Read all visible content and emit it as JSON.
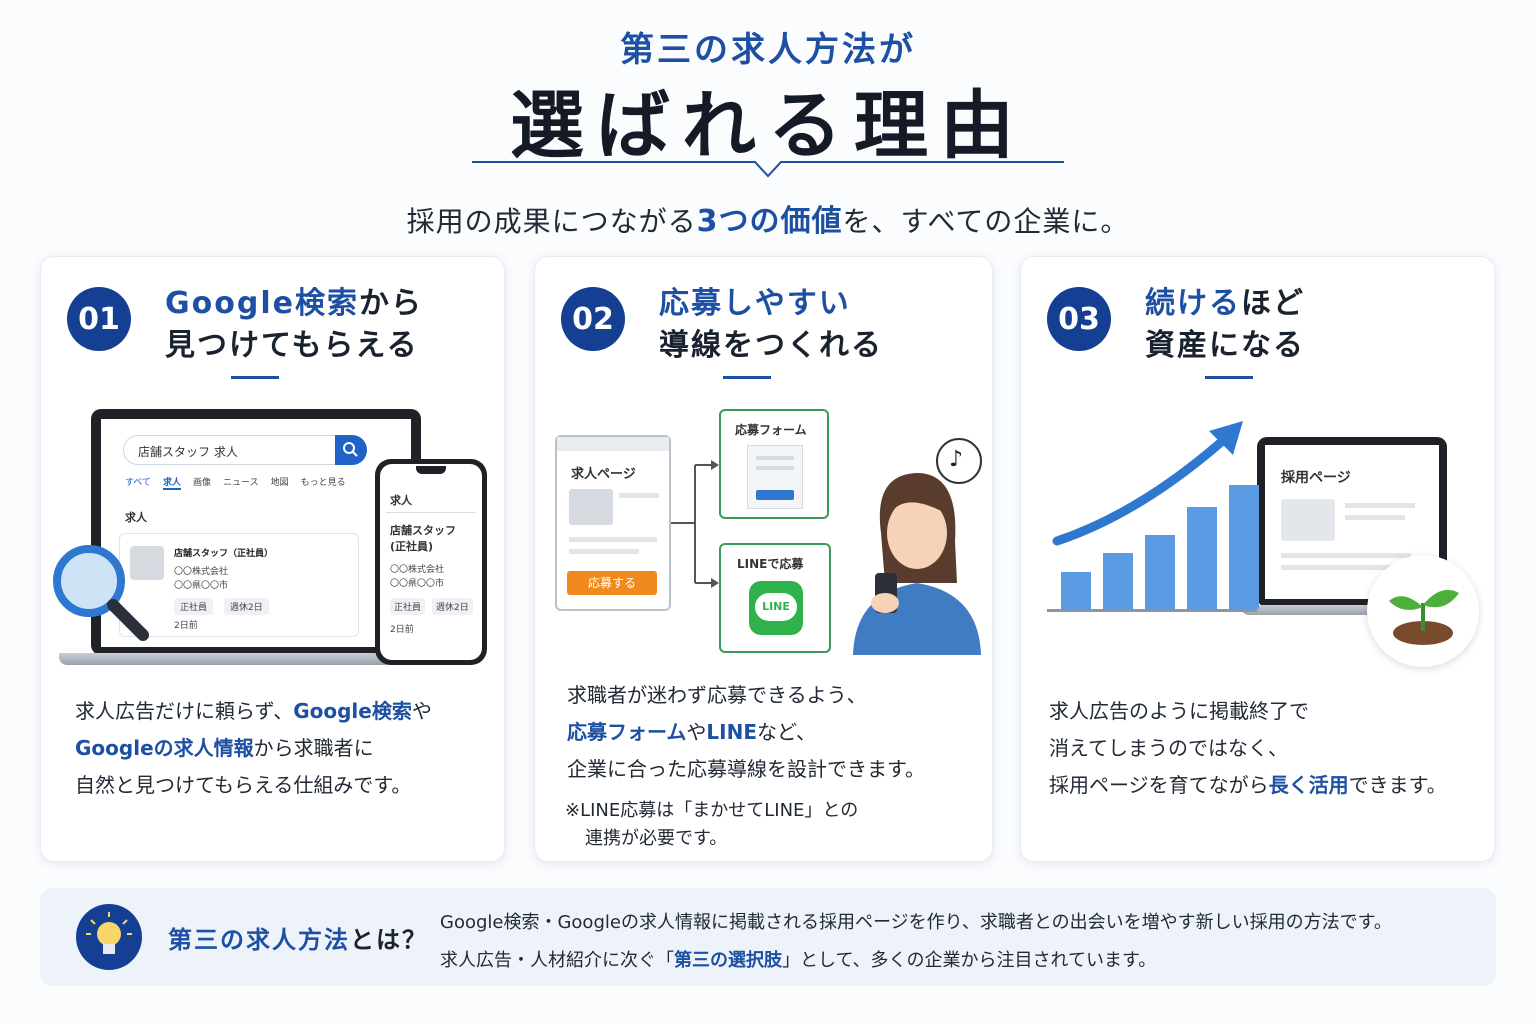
{
  "header": {
    "kicker": "第三の求人方法が",
    "headline": "選ばれる理由",
    "sub_before": "採用の成果につながる",
    "sub_highlight": "3つの価値",
    "sub_after": "を、すべての企業に。"
  },
  "cards": [
    {
      "number": "01",
      "title_l1_blue": "Google検索",
      "title_l1_rest": "から",
      "title_l2": "見つけてもらえる",
      "illustration": {
        "search_query": "店舗スタッフ 求人",
        "tabs": [
          "すべて",
          "求人",
          "画像",
          "ニュース",
          "地図",
          "もっと見る"
        ],
        "section_label": "求人",
        "job_title": "店舗スタッフ（正社員）",
        "company": "〇〇株式会社",
        "location": "〇〇県〇〇市",
        "tags": [
          "正社員",
          "週休2日"
        ],
        "posted": "2日前",
        "phone_header": "求人",
        "phone_job_title_l1": "店舗スタッフ",
        "phone_job_title_l2": "(正社員)",
        "phone_company": "〇〇株式会社",
        "phone_location": "〇〇県〇〇市",
        "phone_tags": [
          "正社員",
          "週休2日"
        ],
        "phone_posted": "2日前"
      },
      "body": {
        "l1_a": "求人広告だけに頼らず、",
        "l1_b": "Google検索",
        "l1_c": "や",
        "l2_a": "Googleの求人情報",
        "l2_b": "から求職者に",
        "l3": "自然と見つけてもらえる仕組みです。"
      }
    },
    {
      "number": "02",
      "title_l1_blue": "応募しやすい",
      "title_l2": "導線をつくれる",
      "illustration": {
        "job_page_label": "求人ページ",
        "apply_button": "応募する",
        "form_label": "応募フォーム",
        "line_label": "LINEで応募",
        "line_logo": "LINE",
        "music_icon": "♪"
      },
      "body": {
        "l1": "求職者が迷わず応募できるよう、",
        "l2_a": "応募フォーム",
        "l2_b": "や",
        "l2_c": "LINE",
        "l2_d": "など、",
        "l3": "企業に合った応募導線を設計できます。"
      },
      "note_l1": "※LINE応募は「まかせてLINE」との",
      "note_l2": "連携が必要です。"
    },
    {
      "number": "03",
      "title_l1_blue": "続ける",
      "title_l1_rest": "ほど",
      "title_l2": "資産になる",
      "illustration": {
        "page_label": "採用ページ",
        "bar_levels": [
          0.3,
          0.45,
          0.6,
          0.82,
          1.0
        ]
      },
      "body": {
        "l1": "求人広告のように掲載終了で",
        "l2": "消えてしまうのではなく、",
        "l3_a": "採用ページを育てながら",
        "l3_b": "長く活用",
        "l3_c": "できます。"
      }
    }
  ],
  "bottom": {
    "title_blue": "第三の求人方法",
    "title_rest": "とは？",
    "l1": "Google検索・Googleの求人情報に掲載される採用ページを作り、求職者との出会いを増やす新しい採用の方法です。",
    "l2_a": "求人広告・人材紹介に次ぐ「",
    "l2_b": "第三の選択肢",
    "l2_c": "」として、多くの企業から注目されています。"
  },
  "colors": {
    "brand_blue": "#1d4fa3",
    "badge_navy": "#153f92",
    "apply_orange": "#f08a1c",
    "line_green": "#2fb24c",
    "chart_blue": "#5b9be3"
  }
}
